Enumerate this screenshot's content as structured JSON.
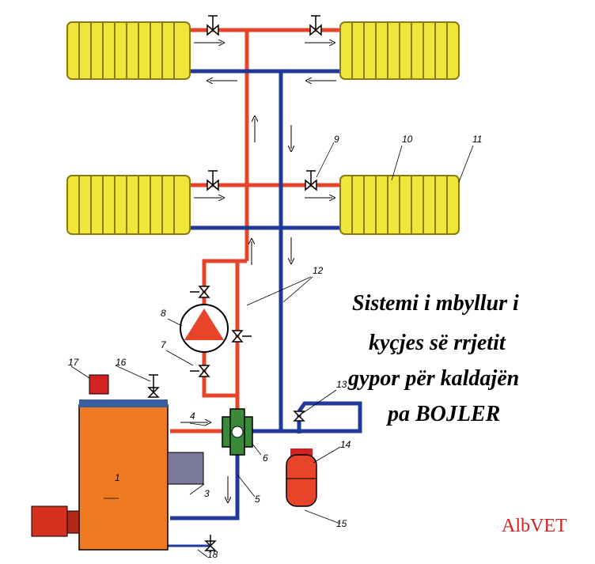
{
  "title_lines": [
    "Sistemi i mbyllur i",
    "kyçjes së rrjetit",
    "gypor për kaldajën",
    "pa BOJLER"
  ],
  "brand": "AlbVET",
  "callouts": [
    "1",
    "3",
    "4",
    "5",
    "6",
    "7",
    "8",
    "9",
    "10",
    "11",
    "12",
    "13",
    "14",
    "15",
    "16",
    "17",
    "18"
  ],
  "colors": {
    "supply": "#e8442a",
    "return": "#1f3a9a",
    "radiator": "#f2e53a",
    "boiler": "#f07a22",
    "accent": "#d32222"
  }
}
